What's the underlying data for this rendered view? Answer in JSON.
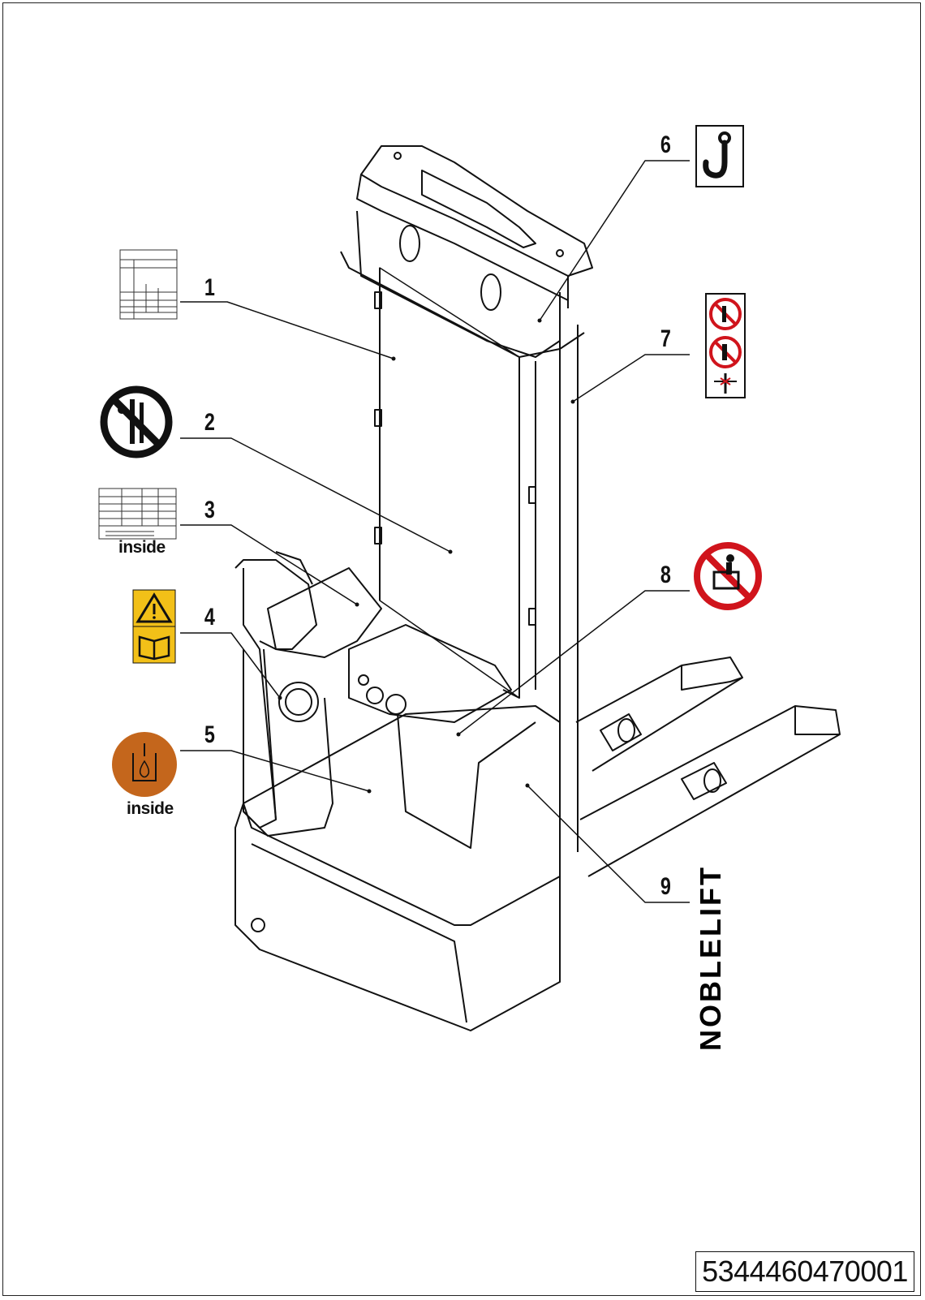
{
  "callouts": [
    {
      "number": "1"
    },
    {
      "number": "2"
    },
    {
      "number": "3"
    },
    {
      "number": "4"
    },
    {
      "number": "5"
    },
    {
      "number": "6"
    },
    {
      "number": "7"
    },
    {
      "number": "8"
    },
    {
      "number": "9"
    }
  ],
  "labels": {
    "inside_3": "inside",
    "inside_5": "inside"
  },
  "brand": "NOBLELIFT",
  "drawing_number": "5344460470001",
  "icons": {
    "1": "capacity-chart-label-icon",
    "2": "no-hands-through-mast-icon",
    "3": "nameplate-label-icon",
    "4": "warning-read-manual-icon",
    "5": "hydraulic-oil-icon",
    "6": "lifting-hook-icon",
    "7": "no-standing-under-fork-icon",
    "8": "no-riding-icon"
  },
  "colors": {
    "warning_yellow": "#f2c018",
    "oil_orange": "#c4661c",
    "prohibition_red": "#d0141c"
  }
}
